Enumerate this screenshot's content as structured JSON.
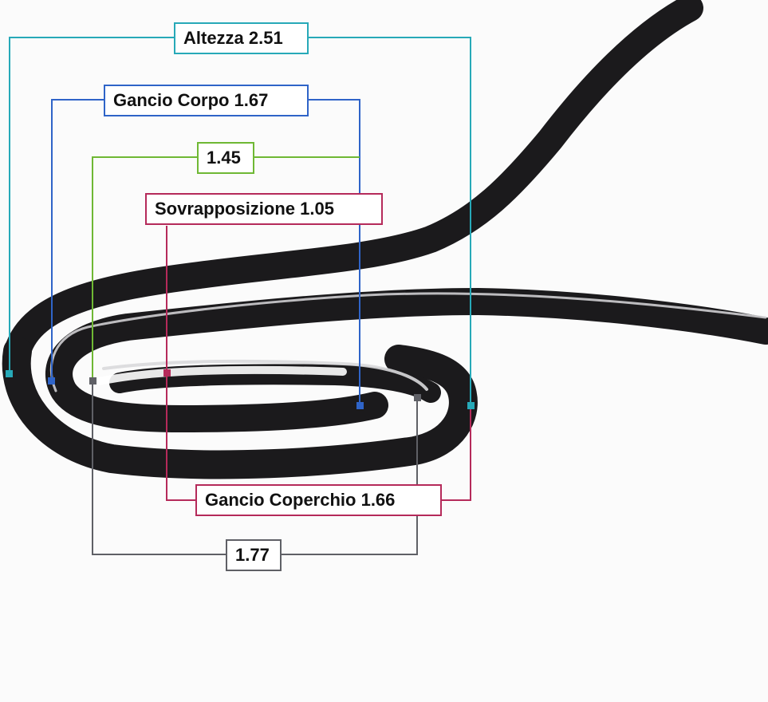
{
  "colors": {
    "background": "#fbfbfb",
    "metal": "#1b1a1c",
    "metal_highlight": "#d9d9dc",
    "altezza": "#27a9b8",
    "gancio_corpo": "#2f64c8",
    "inner_green": "#6fb834",
    "sovrapposizione": "#b52a5a",
    "gancio_coperchio": "#b52a5a",
    "bottom_gray": "#5f6066"
  },
  "measurements": {
    "altezza": {
      "label": "Altezza 2.51",
      "color_key": "altezza"
    },
    "gancio_corpo": {
      "label": "Gancio Corpo 1.67",
      "color_key": "gancio_corpo"
    },
    "inner": {
      "label": "1.45",
      "color_key": "inner_green"
    },
    "sovrapposizione": {
      "label": "Sovrapposizione 1.05",
      "color_key": "sovrapposizione"
    },
    "gancio_coperchio": {
      "label": "Gancio Coperchio 1.66",
      "color_key": "gancio_coperchio"
    },
    "bottom": {
      "label": "1.77",
      "color_key": "bottom_gray"
    }
  }
}
